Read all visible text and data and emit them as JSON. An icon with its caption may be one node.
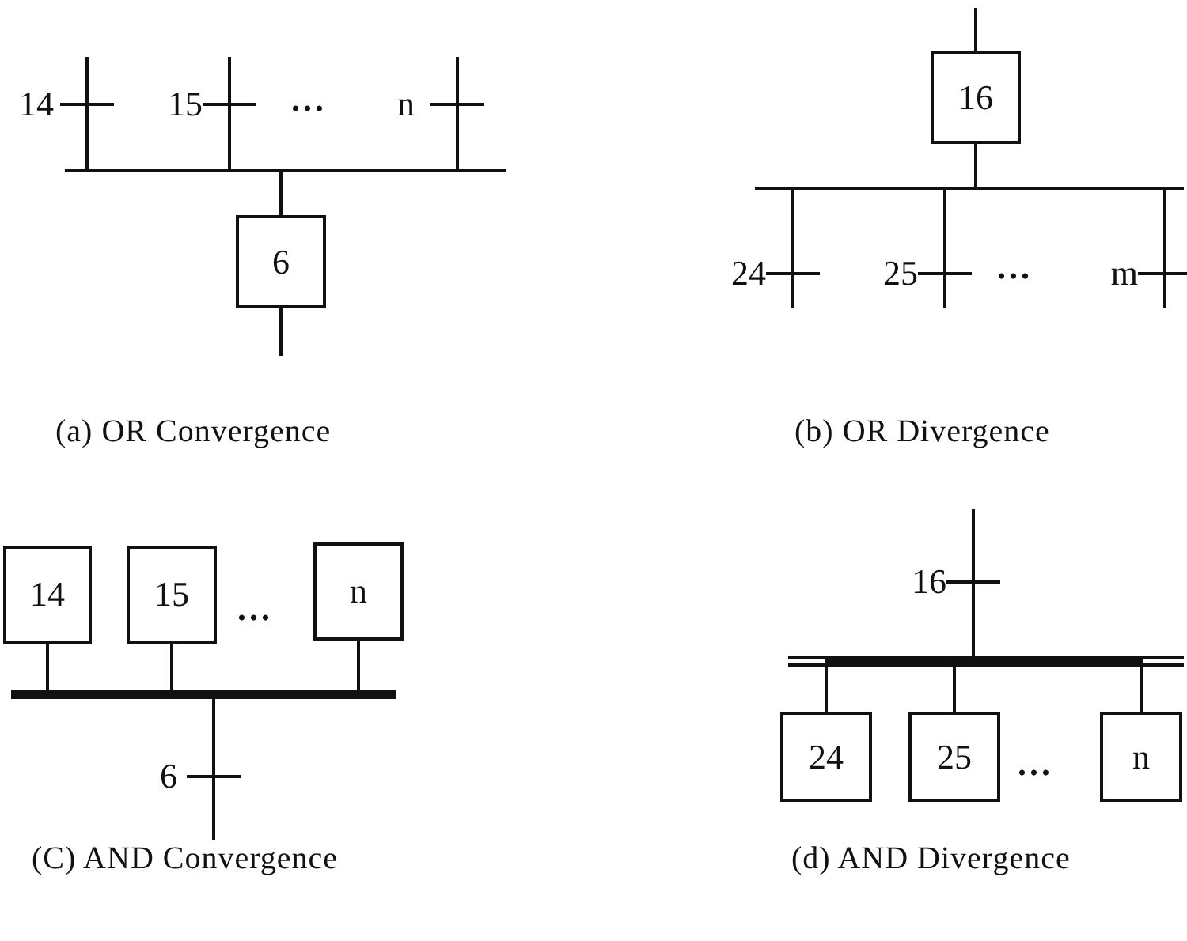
{
  "diagram": {
    "nodes": [
      {
        "text": [
          "14"
        ]
      },
      {
        "text": [
          "15"
        ]
      },
      {
        "text": [
          "n"
        ]
      },
      {
        "text": [
          "6"
        ]
      },
      {
        "text": [
          "16"
        ]
      },
      {
        "text": [
          "24"
        ]
      },
      {
        "text": [
          "25"
        ]
      },
      {
        "text": [
          "m"
        ]
      },
      {
        "text": [
          "14"
        ]
      },
      {
        "text": [
          "15"
        ]
      },
      {
        "text": [
          "n"
        ]
      },
      {
        "text": [
          "6"
        ]
      },
      {
        "text": [
          "16"
        ]
      },
      {
        "text": [
          "24"
        ]
      },
      {
        "text": [
          "25"
        ]
      },
      {
        "text": [
          "n"
        ]
      }
    ],
    "edges": [
      {
        "from": 0,
        "to": 3,
        "arrow": "none"
      },
      {
        "from": 1,
        "to": 3,
        "arrow": "none"
      },
      {
        "from": 2,
        "to": 3,
        "arrow": "none"
      },
      {
        "from": 3,
        "to": null,
        "arrow": "none"
      },
      {
        "from": null,
        "to": 4,
        "arrow": "none"
      },
      {
        "from": 4,
        "to": 5,
        "arrow": "none"
      },
      {
        "from": 4,
        "to": 6,
        "arrow": "none"
      },
      {
        "from": 4,
        "to": 7,
        "arrow": "none"
      },
      {
        "from": 8,
        "to": 11,
        "arrow": "none"
      },
      {
        "from": 9,
        "to": 11,
        "arrow": "none"
      },
      {
        "from": 10,
        "to": 11,
        "arrow": "none"
      },
      {
        "from": 12,
        "to": 13,
        "arrow": "none"
      },
      {
        "from": 12,
        "to": 14,
        "arrow": "none"
      },
      {
        "from": 12,
        "to": 15,
        "arrow": "none"
      }
    ],
    "labels": [
      "...",
      "...",
      "(a) OR Convergence",
      "(b) OR Divergence",
      "...",
      "...",
      "(C) AND Convergence",
      "(d) AND Divergence"
    ]
  }
}
